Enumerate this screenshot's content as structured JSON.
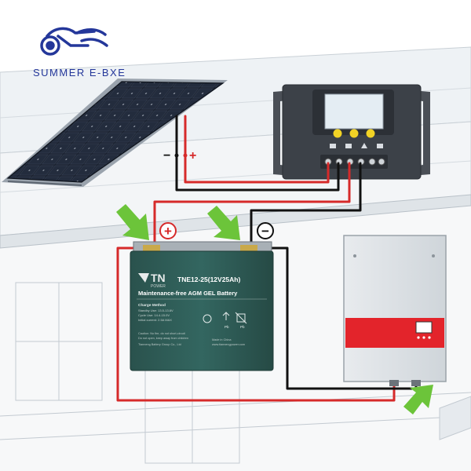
{
  "brand": {
    "name": "SUMMER E-BXE"
  },
  "colors": {
    "wire_positive": "#d62a2a",
    "wire_negative": "#111111",
    "arrow": "#6cc43a",
    "battery_body": "#2f5c57",
    "inverter_band": "#e3242b",
    "roof": "#e9eef2"
  },
  "polarity": {
    "positive_symbol": "+",
    "negative_symbol": "−"
  },
  "battery": {
    "brand": "TN",
    "brand_sub": "POWER",
    "model": "TNE12-25(12V25Ah)",
    "type": "Maintenance-free AGM GEL Battery",
    "charge_title": "Charge Method",
    "charge_line1": "Standby Use: 13.5-13.8V",
    "charge_line2": "Cycle Use: 14.4-15.0V",
    "charge_line3": "Initial current: 2.5A MAX",
    "warning1": "Caution: No fire, do not short-circuit",
    "warning2": "Do not open, keep away from children",
    "origin": "Made in China",
    "company": "Tianneng Battery Group Co., Ltd",
    "website": "www.tiannengpower.com",
    "recycle_label": "Pb"
  }
}
